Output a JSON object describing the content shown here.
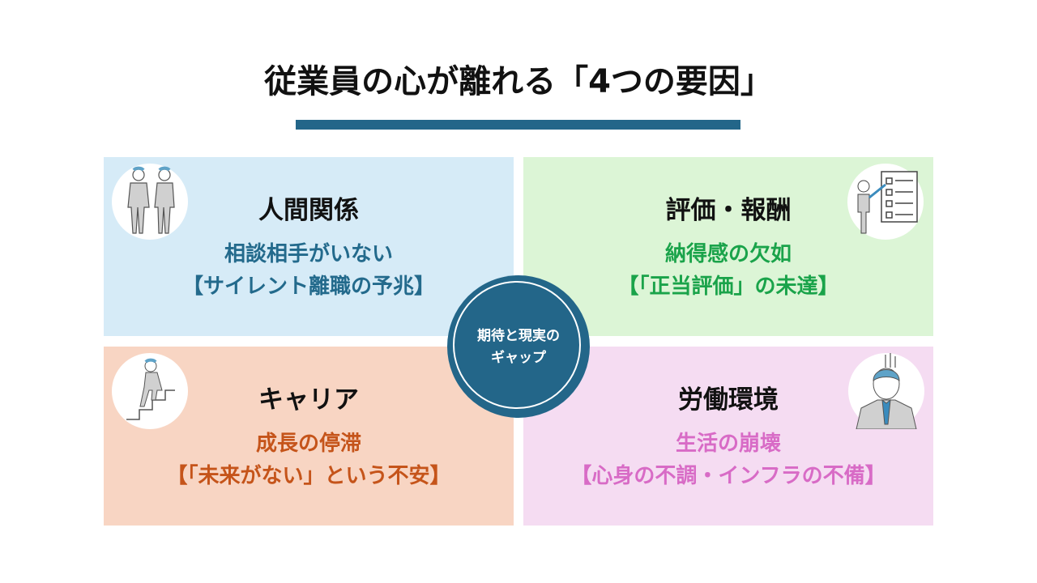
{
  "title": "従業員の心が離れる「4つの要因」",
  "center": {
    "line1": "期待と現実の",
    "line2": "ギャップ"
  },
  "quadrants": [
    {
      "heading": "人間関係",
      "line1": "相談相手がいない",
      "line2": "【サイレント離職の予兆】",
      "icon": "two-people-talking-icon",
      "bg": "#d6ebf7",
      "color": "#236a8c"
    },
    {
      "heading": "評価・報酬",
      "line1": "納得感の欠如",
      "line2": "【「正当評価」の未達】",
      "icon": "checklist-person-icon",
      "bg": "#dcf5d6",
      "color": "#1aa34a"
    },
    {
      "heading": "キャリア",
      "line1": "成長の停滞",
      "line2": "【「未来がない」という不安】",
      "icon": "person-climbing-stairs-icon",
      "bg": "#f8d5c3",
      "color": "#c5541a"
    },
    {
      "heading": "労働環境",
      "line1": "生活の崩壊",
      "line2": "【心身の不調・インフラの不備】",
      "icon": "depressed-worker-icon",
      "bg": "#f5dcf2",
      "color": "#d86bc6"
    }
  ]
}
